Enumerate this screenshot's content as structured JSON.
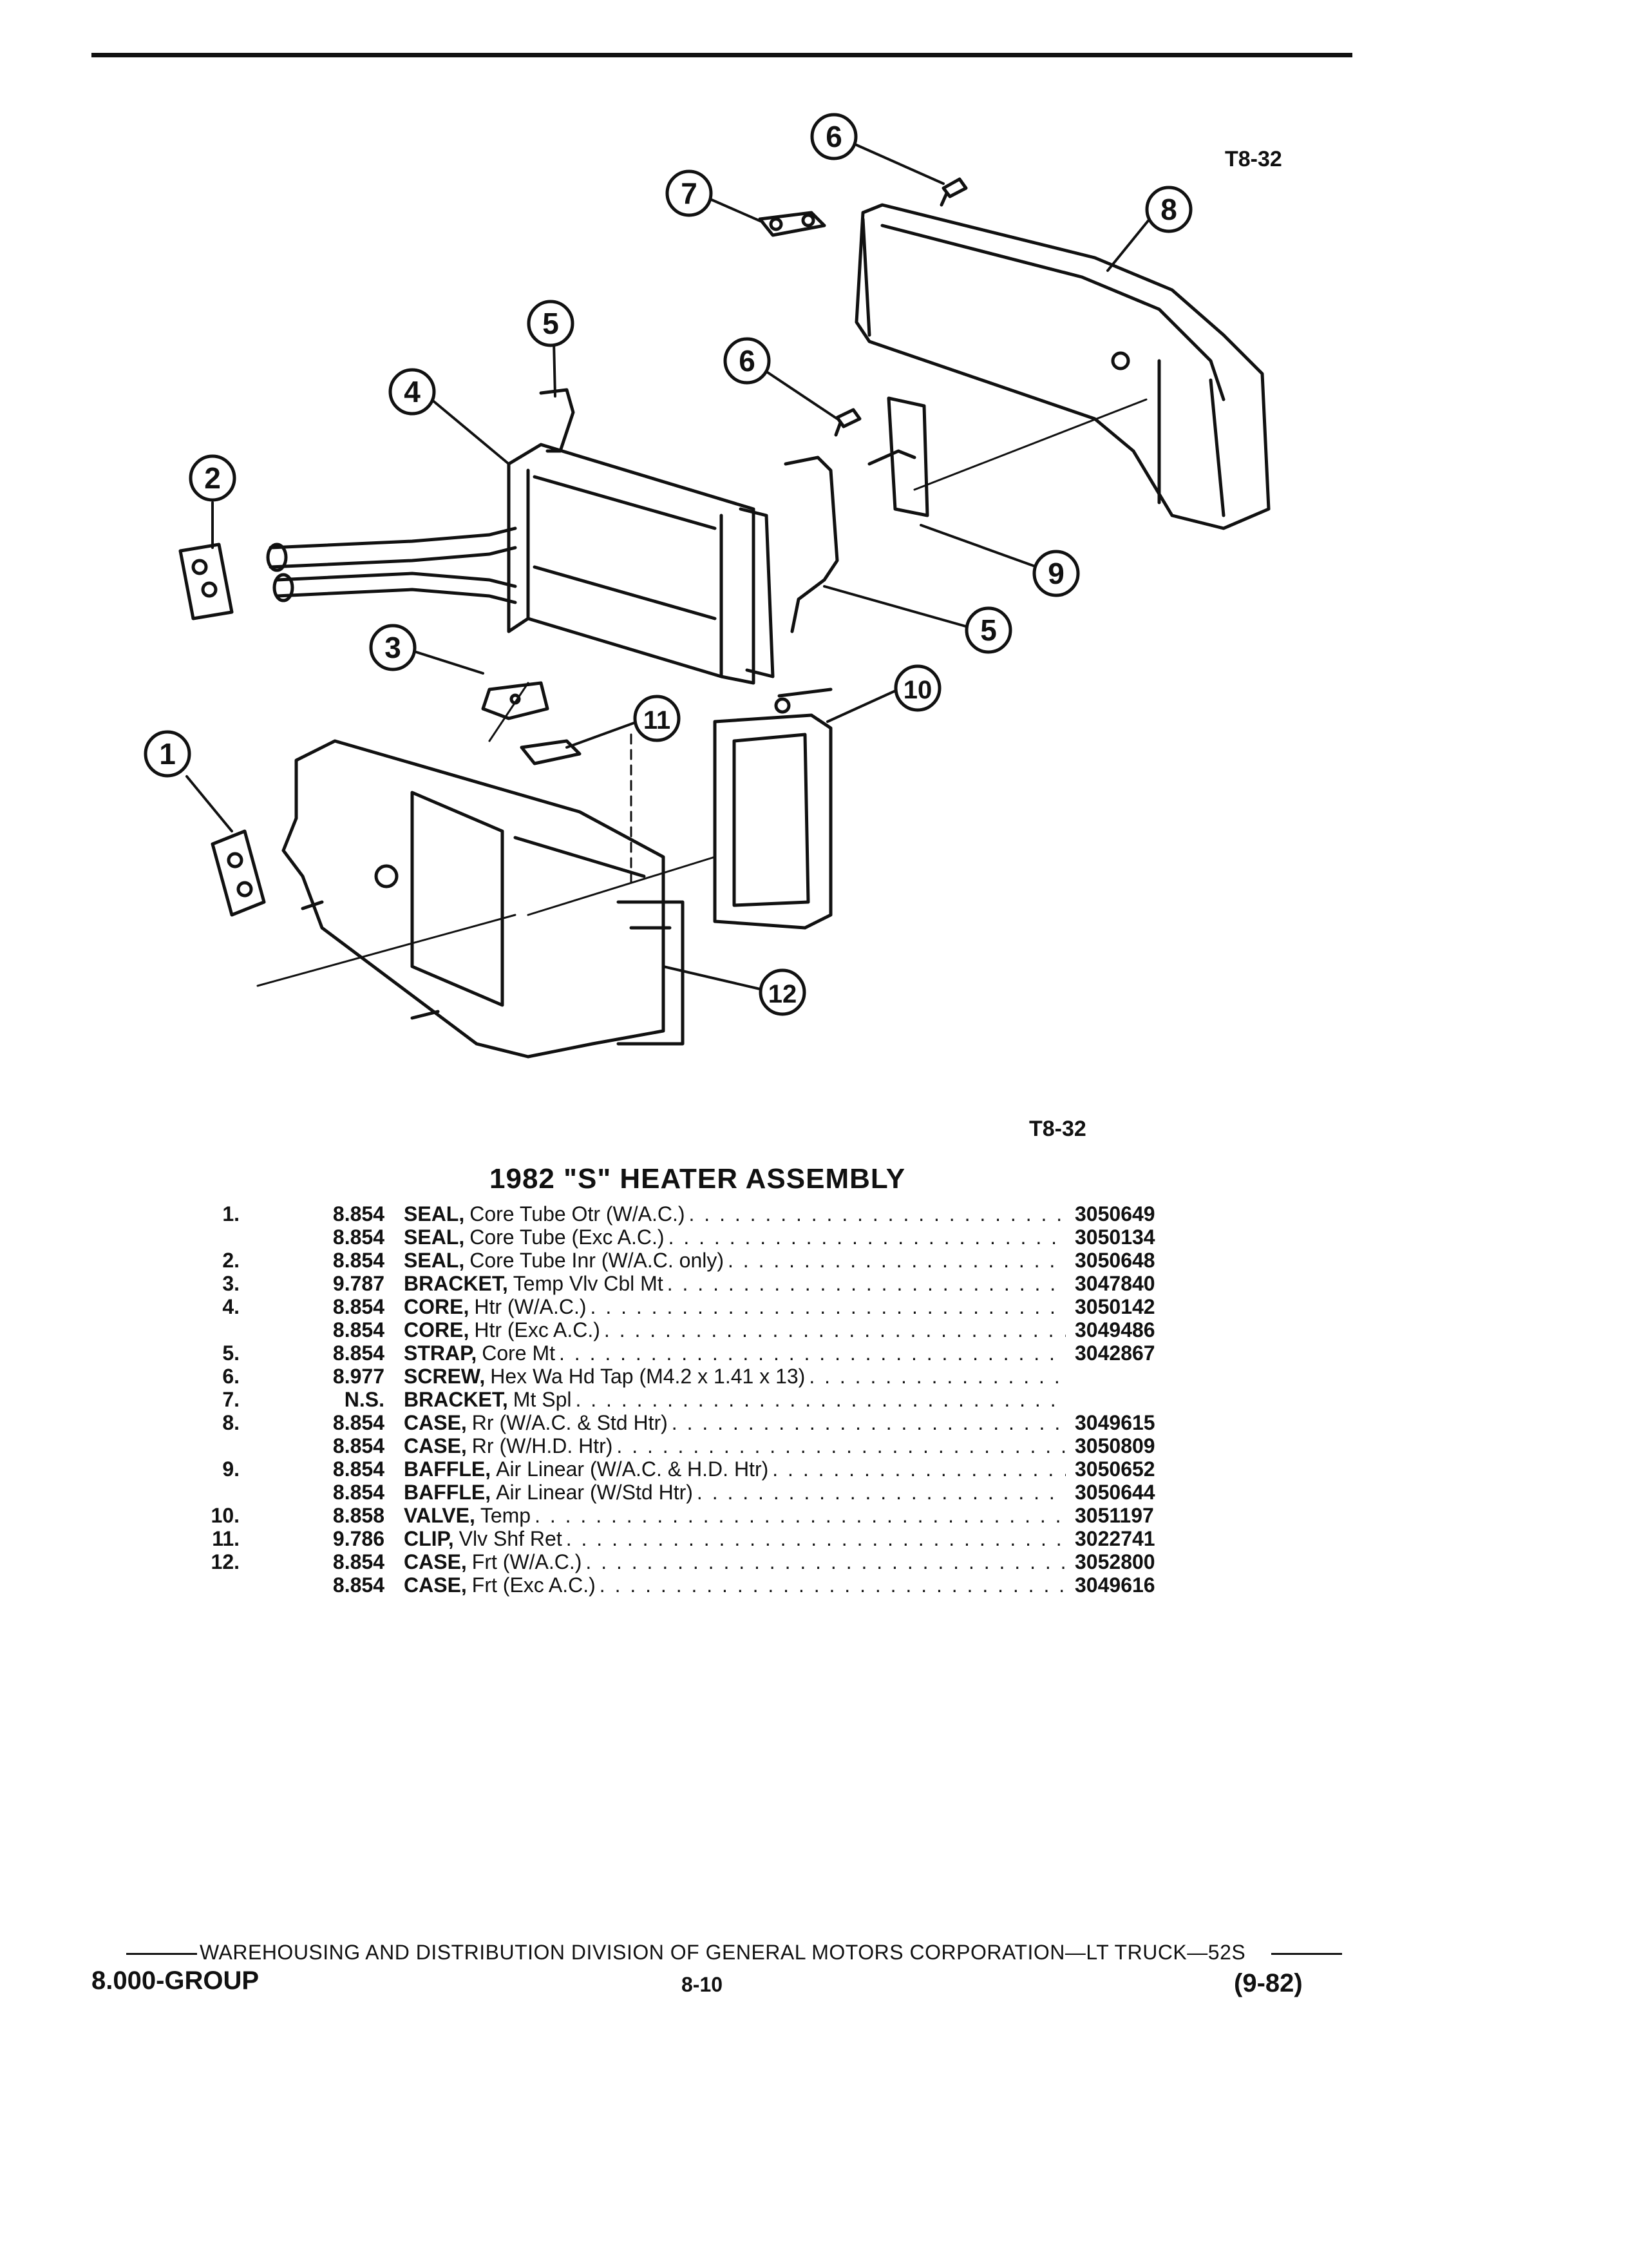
{
  "figure_ref_top": "T8-32",
  "figure_ref_bottom": "T8-32",
  "diagram": {
    "callouts": [
      "1",
      "2",
      "3",
      "4",
      "5",
      "5",
      "6",
      "6",
      "7",
      "8",
      "9",
      "10",
      "11",
      "12"
    ]
  },
  "title": "1982 \"S\" HEATER ASSEMBLY",
  "parts": [
    {
      "item": "1.",
      "group": "8.854",
      "name": "SEAL,",
      "desc": "Core Tube Otr (W/A.C.)",
      "part": "3050649"
    },
    {
      "item": "",
      "group": "8.854",
      "name": "SEAL,",
      "desc": "Core Tube (Exc A.C.)",
      "part": "3050134"
    },
    {
      "item": "2.",
      "group": "8.854",
      "name": "SEAL,",
      "desc": "Core Tube Inr (W/A.C. only)",
      "part": "3050648"
    },
    {
      "item": "3.",
      "group": "9.787",
      "name": "BRACKET,",
      "desc": "Temp Vlv Cbl Mt",
      "part": "3047840"
    },
    {
      "item": "4.",
      "group": "8.854",
      "name": "CORE,",
      "desc": "Htr (W/A.C.)",
      "part": "3050142"
    },
    {
      "item": "",
      "group": "8.854",
      "name": "CORE,",
      "desc": "Htr (Exc A.C.)",
      "part": "3049486"
    },
    {
      "item": "5.",
      "group": "8.854",
      "name": "STRAP,",
      "desc": "Core Mt",
      "part": "3042867"
    },
    {
      "item": "6.",
      "group": "8.977",
      "name": "SCREW,",
      "desc": "Hex Wa Hd Tap (M4.2 x 1.41 x 13)",
      "part": ""
    },
    {
      "item": "7.",
      "group": "N.S.",
      "name": "BRACKET,",
      "desc": "Mt Spl",
      "part": ""
    },
    {
      "item": "8.",
      "group": "8.854",
      "name": "CASE,",
      "desc": "Rr (W/A.C. & Std Htr)",
      "part": "3049615"
    },
    {
      "item": "",
      "group": "8.854",
      "name": "CASE,",
      "desc": "Rr (W/H.D. Htr)",
      "part": "3050809"
    },
    {
      "item": "9.",
      "group": "8.854",
      "name": "BAFFLE,",
      "desc": "Air Linear (W/A.C. & H.D. Htr)",
      "part": "3050652"
    },
    {
      "item": "",
      "group": "8.854",
      "name": "BAFFLE,",
      "desc": "Air Linear (W/Std Htr)",
      "part": "3050644"
    },
    {
      "item": "10.",
      "group": "8.858",
      "name": "VALVE,",
      "desc": "Temp",
      "part": "3051197"
    },
    {
      "item": "11.",
      "group": "9.786",
      "name": "CLIP,",
      "desc": "Vlv Shf Ret",
      "part": "3022741"
    },
    {
      "item": "12.",
      "group": "8.854",
      "name": "CASE,",
      "desc": "Frt (W/A.C.)",
      "part": "3052800"
    },
    {
      "item": "",
      "group": "8.854",
      "name": "CASE,",
      "desc": "Frt (Exc A.C.)",
      "part": "3049616"
    }
  ],
  "footer": {
    "line1": "WAREHOUSING AND DISTRIBUTION  DIVISION OF GENERAL MOTORS CORPORATION—LT TRUCK—52S",
    "group": "8.000-GROUP",
    "page": "8-10",
    "date": "(9-82)"
  }
}
